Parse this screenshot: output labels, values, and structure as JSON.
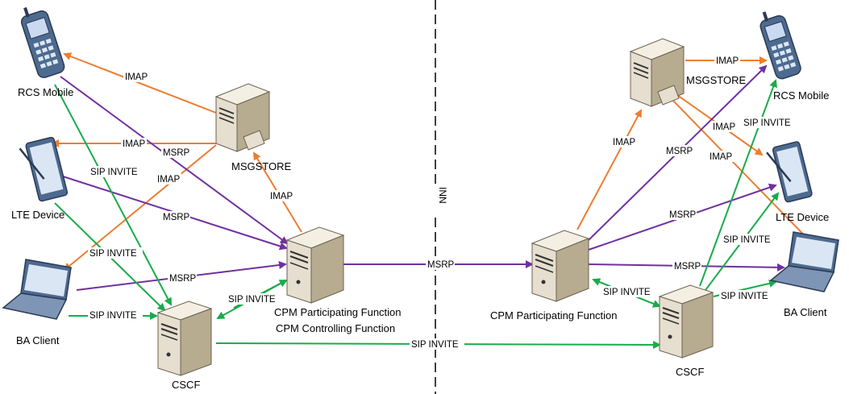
{
  "colors": {
    "sip": "#1aab4a",
    "msrp": "#7030a0",
    "imap": "#ed7d31",
    "server_body": "#e6dfcf",
    "server_side": "#b7ab90",
    "divider": "#000000"
  },
  "divider_label": "INN",
  "nodes": {
    "rcs_mobile_left": "RCS Mobile",
    "lte_device_left": "LTE Device",
    "ba_client_left": "BA Client",
    "msgstore_left": "MSGSTORE",
    "cpm_left_line1": "CPM Participating Function",
    "cpm_left_line2": "CPM Controlling Function",
    "cscf_left": "CSCF",
    "msgstore_right": "MSGSTORE",
    "rcs_mobile_right": "RCS Mobile",
    "lte_device_right": "LTE Device",
    "ba_client_right": "BA Client",
    "cpm_right": "CPM Participating Function",
    "cscf_right": "CSCF"
  },
  "edge_labels": {
    "imap": "IMAP",
    "msrp": "MSRP",
    "sip_invite": "SIP INVITE"
  },
  "icons": [
    "mobile-phone-icon",
    "tablet-icon",
    "laptop-icon",
    "server-icon",
    "storage-server-icon"
  ]
}
